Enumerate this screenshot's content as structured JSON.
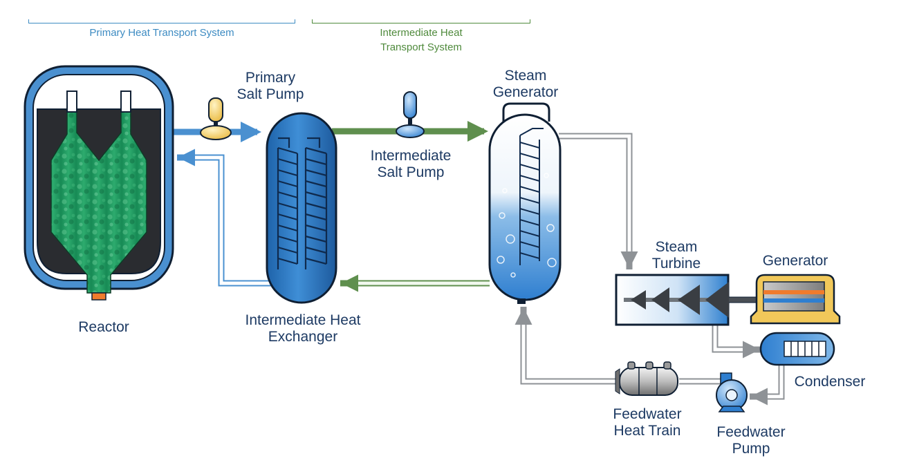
{
  "systems": {
    "primary": {
      "label": "Primary Heat Transport System",
      "color": "#3d8bc2"
    },
    "intermediate": {
      "label_lines": [
        "Intermediate Heat",
        "Transport System"
      ],
      "color": "#4f8a3c"
    }
  },
  "components": {
    "reactor": {
      "label": "Reactor"
    },
    "primary_pump": {
      "label_lines": [
        "Primary",
        "Salt Pump"
      ]
    },
    "ihx": {
      "label_lines": [
        "Intermediate Heat",
        "Exchanger"
      ]
    },
    "intermediate_pump": {
      "label_lines": [
        "Intermediate",
        "Salt Pump"
      ]
    },
    "steam_generator": {
      "label_lines": [
        "Steam",
        "Generator"
      ]
    },
    "steam_turbine": {
      "label_lines": [
        "Steam",
        "Turbine"
      ]
    },
    "generator": {
      "label": "Generator"
    },
    "condenser": {
      "label": "Condenser"
    },
    "feedwater_heat_train": {
      "label_lines": [
        "Feedwater",
        "Heat Train"
      ]
    },
    "feedwater_pump": {
      "label_lines": [
        "Feedwater",
        "Pump"
      ]
    }
  },
  "colors": {
    "label_text": "#1d3a63",
    "vessel_outline": "#0f1f33",
    "primary_salt": "#4a90d0",
    "intermediate_salt": "#5f8f4e",
    "water_steam": "#a9adb1",
    "pebble_core": "#1f9a60",
    "pump_yellow": "#f1c85a"
  }
}
